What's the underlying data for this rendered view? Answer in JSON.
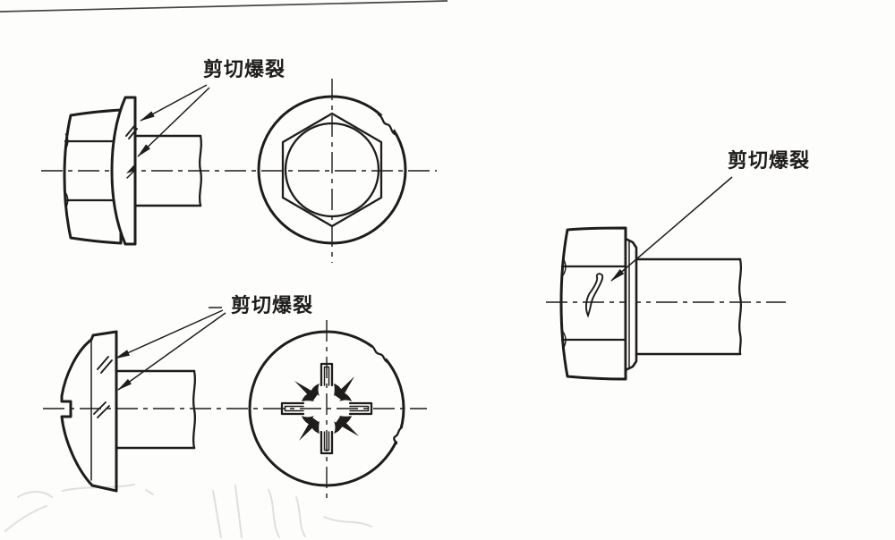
{
  "labels": {
    "shear_burst": "剪切爆裂"
  },
  "figures": [
    "hex-flange-bolt-side-view",
    "hex-flange-bolt-front-view",
    "pan-head-screw-side-view",
    "pozidriv-recess-front-view",
    "hex-flange-bolt-head-crack-side-view"
  ],
  "colors": {
    "ink": "#1f1d1b",
    "paper": "#fdfdfc",
    "scan_edge": "#454545",
    "pencil_smudge": "#c6c6ca"
  }
}
